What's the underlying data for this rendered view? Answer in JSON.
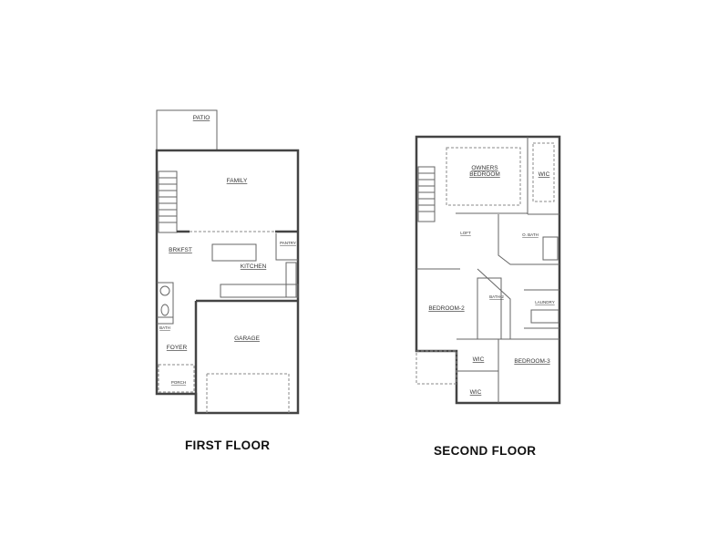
{
  "first_floor": {
    "caption": "FIRST FLOOR",
    "rooms": {
      "patio": "PATIO",
      "family": "FAMILY",
      "brkfst": "BRKFST",
      "pantry": "PANTRY",
      "kitchen": "KITCHEN",
      "garage": "GARAGE",
      "foyer": "FOYER",
      "porch": "PORCH",
      "bath": "BATH"
    }
  },
  "second_floor": {
    "caption": "SECOND FLOOR",
    "rooms": {
      "owners_1": "OWNERS",
      "owners_2": "BEDROOM",
      "wic_owner": "WIC",
      "loft": "LOFT",
      "o_bath": "O. BATH",
      "bath2": "BATH-2",
      "laundry": "LAUNDRY",
      "bedroom2": "BEDROOM-2",
      "bedroom3": "BEDROOM-3",
      "wic2": "WIC",
      "wic3": "WIC"
    }
  }
}
